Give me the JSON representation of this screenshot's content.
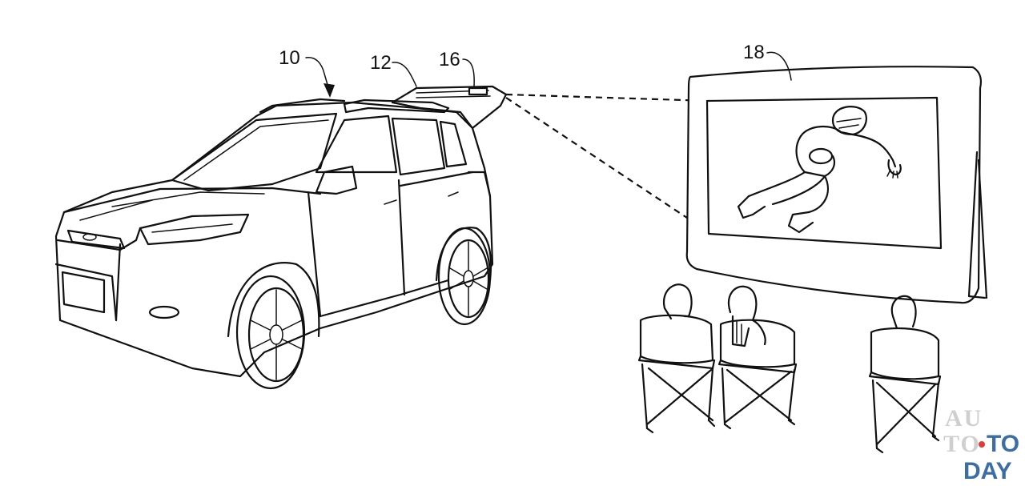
{
  "figure": {
    "reference_labels": {
      "vehicle": "10",
      "liftgate": "12",
      "projector": "16",
      "screen": "18"
    }
  },
  "watermark": {
    "line1": "AU",
    "line2a": "TO",
    "line2b": "TO",
    "line3": "DAY"
  }
}
